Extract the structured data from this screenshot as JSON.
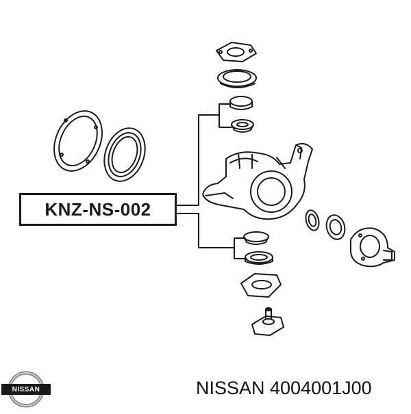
{
  "diagram": {
    "part_label": "KNZ-NS-002",
    "caption": "NISSAN 4004001J00",
    "logo_text": "NISSAN"
  },
  "colors": {
    "ink": "#1a1a1a",
    "background": "#ffffff"
  }
}
